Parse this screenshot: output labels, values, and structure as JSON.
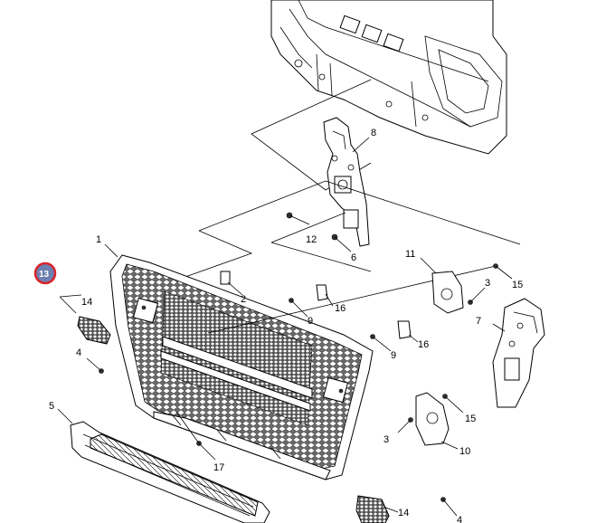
{
  "highlight_color": "#d8232a",
  "callouts": {
    "c1": "1",
    "c2": "2",
    "c3a": "3",
    "c3b": "3",
    "c4a": "4",
    "c4b": "4",
    "c5": "5",
    "c6": "6",
    "c7": "7",
    "c8": "8",
    "c9a": "9",
    "c9b": "9",
    "c10": "10",
    "c11": "11",
    "c12": "12",
    "c13": "13",
    "c14a": "14",
    "c14b": "14",
    "c15a": "15",
    "c15b": "15",
    "c16a": "16",
    "c16b": "16",
    "c17": "17"
  }
}
